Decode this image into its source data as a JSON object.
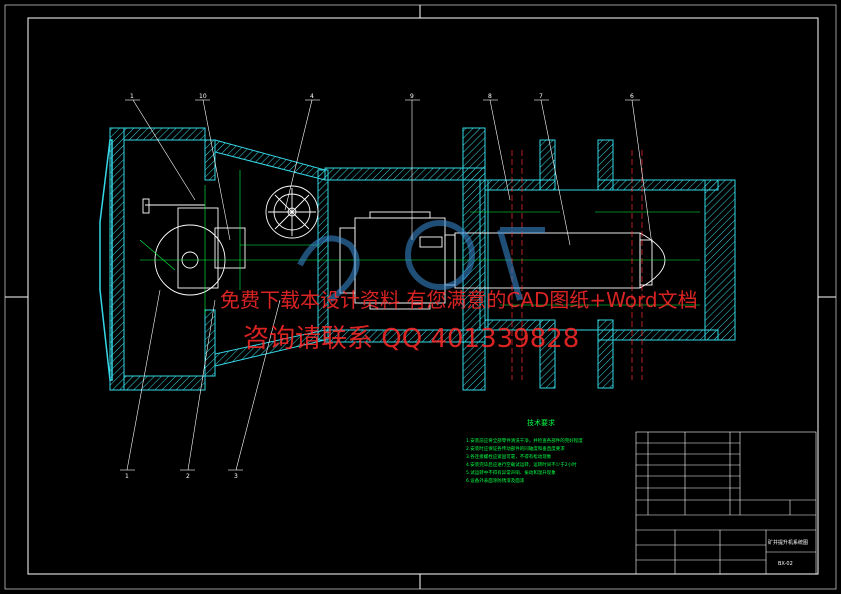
{
  "watermark": {
    "line1": "免费下载本设计资料 有您满意的CAD图纸+Word文档",
    "line2": "咨询请联系 QQ 401339828"
  },
  "technical_notes": {
    "title": "技术要求",
    "lines": [
      "1.安装前应将全部零件清洗干净，并检查各部件的完好程度",
      "2.安装时应保证各传动部件的同轴度和垂直度要求",
      "3.各连接螺栓应紧固可靠，不得有松动现象",
      "4.安装完毕后应进行空载试运转，运转时间不少于2小时",
      "5.试运转中不得有异常声响、振动和温升现象",
      "6.设备外表面涂防锈漆及面漆"
    ]
  },
  "title_block": {
    "drawing_title": "矿井提升机系统图",
    "drawing_number": "BX-02"
  },
  "part_callouts": [
    "1",
    "10",
    "4",
    "9",
    "8",
    "7",
    "6",
    "1",
    "2",
    "3"
  ],
  "colors": {
    "background": "#000000",
    "frame": "#ffffff",
    "structure": "#35d7e6",
    "dimension": "#00ff44",
    "leader": "#ffffff",
    "centerline": "#ff3030",
    "watermark": "#ff2a2a",
    "logo": "#3a8fd8"
  }
}
